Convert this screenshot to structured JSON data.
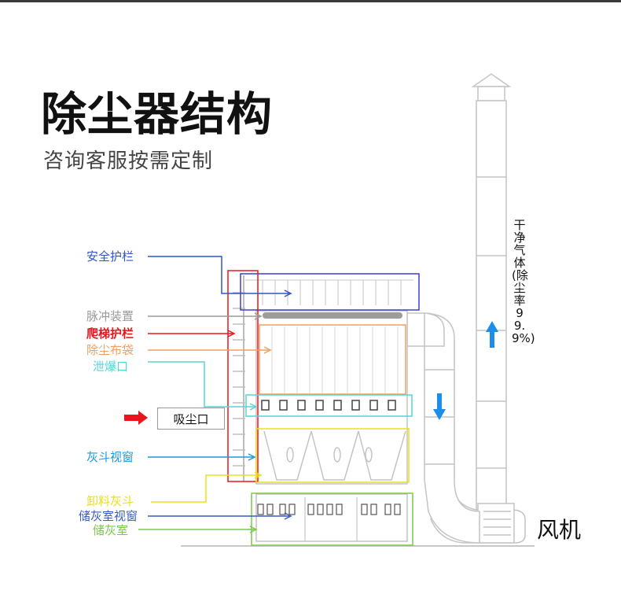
{
  "title": "除尘器结构",
  "subtitle": "咨询客服按需定制",
  "labels": {
    "safety_rail": "安全护栏",
    "pulse_device": "脉冲装置",
    "ladder_rail": "爬梯护栏",
    "filter_bag": "除尘布袋",
    "explosion_vent": "泄爆口",
    "dust_inlet": "吸尘口",
    "hopper_window": "灰斗视窗",
    "unload_hopper": "卸料灰斗",
    "ash_room_window": "储灰室视窗",
    "ash_room": "储灰室",
    "clean_gas": "干净气体(除尘率99.9%)",
    "fan": "风机"
  },
  "colors": {
    "safety_rail": "#2f55c8",
    "pulse_device": "#9a9a9a",
    "ladder_rail": "#e8161c",
    "filter_bag": "#f0a060",
    "explosion_vent": "#56d6d6",
    "inlet_arrow": "#e8161c",
    "hopper_window": "#1a9ae0",
    "unload_hopper": "#e8e01c",
    "ash_room_window": "#3a5cc0",
    "ash_room": "#7ac84a",
    "flow_arrow": "#1a8ee8",
    "structure": "#bfbfbf"
  }
}
